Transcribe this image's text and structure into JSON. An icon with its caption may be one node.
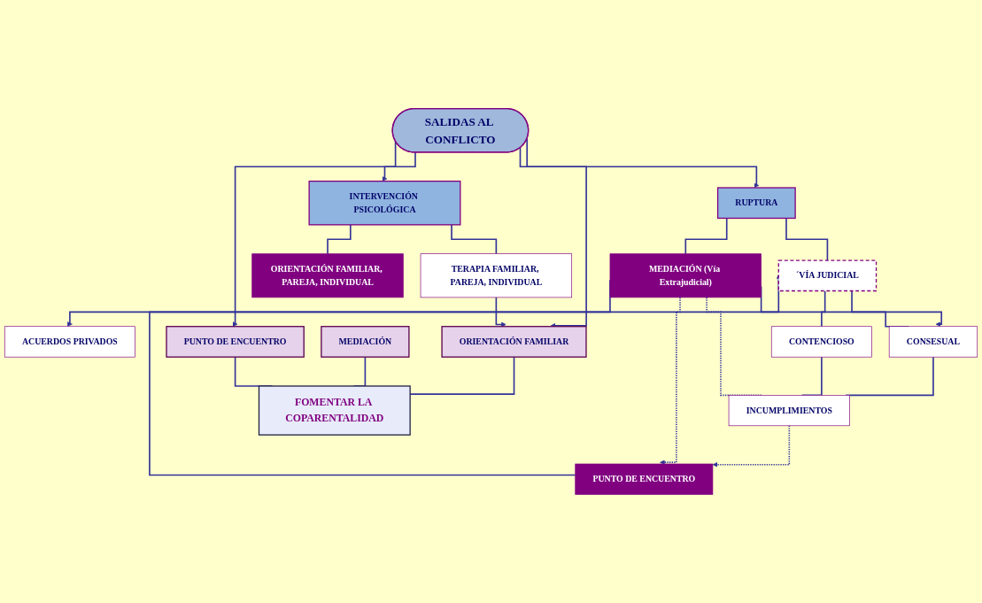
{
  "diagram": {
    "nodes": [
      {
        "text": [
          "SALIDAS AL CONFLICTO"
        ]
      },
      {
        "text": [
          "INTERVENCIÓN PSICOLÓGICA"
        ]
      },
      {
        "text": [
          "RUPTURA"
        ]
      },
      {
        "text": [
          "TERAPIA FAMILIAR, PAREJA, INDIVIDUAL"
        ]
      },
      {
        "text": [
          "ORIENTACIÓN FAMILIAR, PAREJA, INDIVIDUAL"
        ]
      },
      {
        "text": [
          "MEDIACIÓN (Vía Extrajudicial)"
        ]
      },
      {
        "text": [
          "´VÍA JUDICIAL"
        ]
      },
      {
        "text": [
          "ACUERDOS PRIVADOS"
        ]
      },
      {
        "text": [
          "CONSESUAL"
        ]
      },
      {
        "text": [
          "CONTENCIOSO"
        ]
      },
      {
        "text": [
          "INCUMPLIMIENTOS"
        ]
      },
      {
        "text": [
          "PUNTO DE ENCUENTRO"
        ]
      },
      {
        "text": [
          "ORIENTACIÓN FAMILIAR"
        ]
      },
      {
        "text": [
          "MEDIACIÓN"
        ]
      },
      {
        "text": [
          "PUNTO DE ENCUENTRO"
        ]
      },
      {
        "text": [
          "FOMENTAR LA COPARENTALIDAD"
        ]
      }
    ],
    "edges": [
      {
        "from": 0,
        "to": 1,
        "arrow": "to"
      },
      {
        "from": 0,
        "to": 2,
        "arrow": "to"
      },
      {
        "from": 0,
        "to": 12,
        "arrow": "to"
      },
      {
        "from": 0,
        "to": 14,
        "arrow": "to"
      },
      {
        "from": 1,
        "to": 3,
        "arrow": "none"
      },
      {
        "from": 1,
        "to": 4,
        "arrow": "none"
      },
      {
        "from": 3,
        "to": 12,
        "arrow": "to"
      },
      {
        "from": 2,
        "to": 5,
        "arrow": "none"
      },
      {
        "from": 2,
        "to": 6,
        "arrow": "none"
      },
      {
        "from": 5,
        "to": 7,
        "arrow": "to"
      },
      {
        "from": 5,
        "to": 8,
        "arrow": "to"
      },
      {
        "from": 6,
        "to": 8,
        "arrow": "none"
      },
      {
        "from": 6,
        "to": 9,
        "arrow": "none"
      },
      {
        "from": 8,
        "to": 10,
        "arrow": "none"
      },
      {
        "from": 9,
        "to": 10,
        "arrow": "none"
      },
      {
        "from": 10,
        "to": 5,
        "arrow": "to",
        "style": "dashed"
      },
      {
        "from": 10,
        "to": 11,
        "arrow": "to",
        "style": "dashed"
      },
      {
        "from": 5,
        "to": 11,
        "arrow": "to",
        "style": "dashed"
      },
      {
        "from": 11,
        "to": 6,
        "arrow": "to"
      },
      {
        "from": 12,
        "to": 15,
        "arrow": "none"
      },
      {
        "from": 13,
        "to": 15,
        "arrow": "none"
      },
      {
        "from": 14,
        "to": 15,
        "arrow": "none"
      }
    ]
  }
}
